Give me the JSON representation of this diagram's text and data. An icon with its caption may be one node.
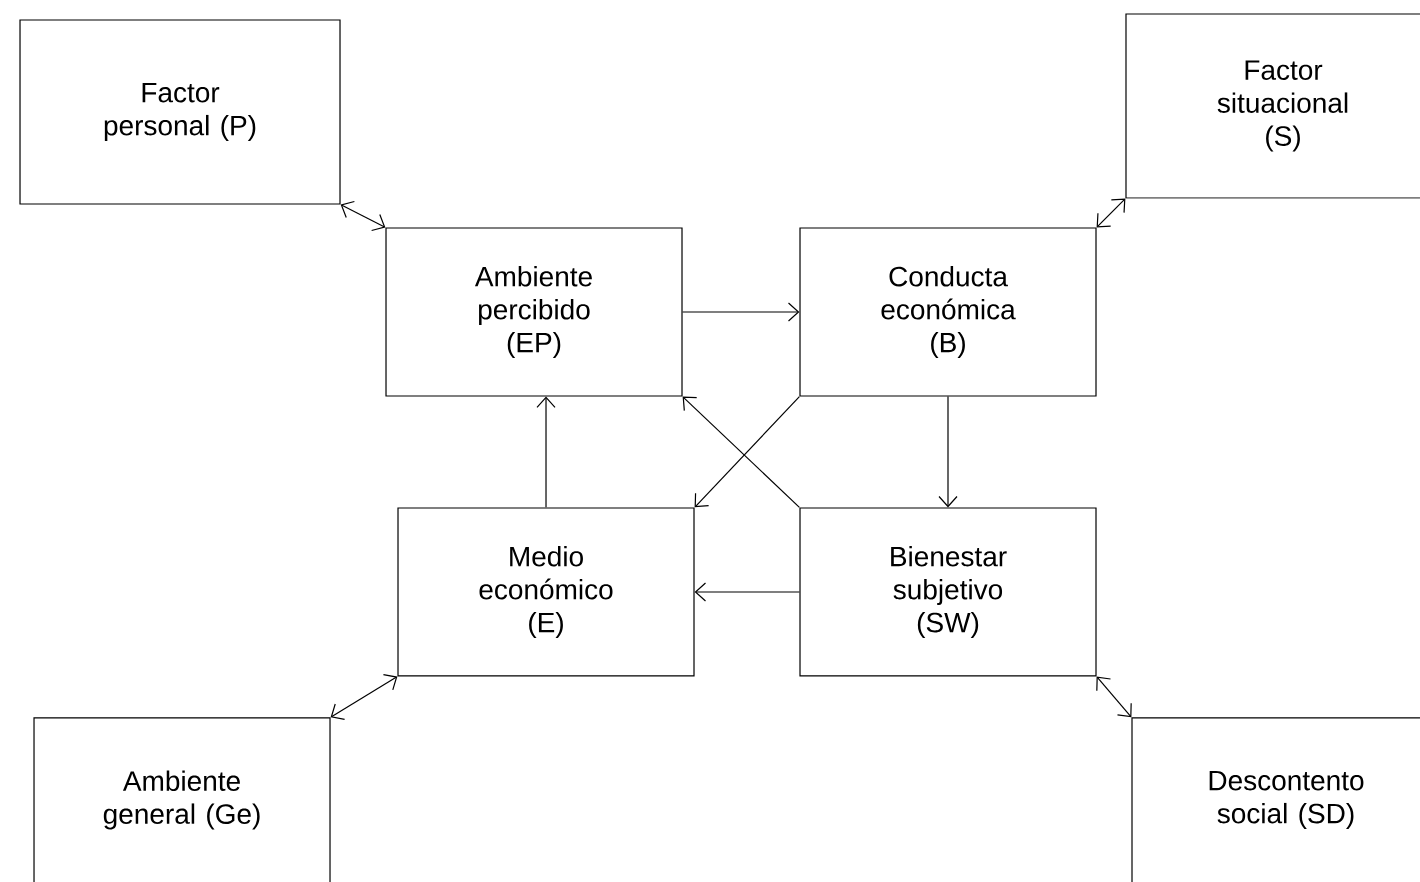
{
  "diagram": {
    "nodes": [
      {
        "text": [
          "Factor personal (P)"
        ]
      },
      {
        "text": [
          "Factor situacional (S)"
        ]
      },
      {
        "text": [
          "Ambiente percibido (EP)"
        ]
      },
      {
        "text": [
          "Conducta económica (B)"
        ]
      },
      {
        "text": [
          "Medio económico (E)"
        ]
      },
      {
        "text": [
          "Bienestar subjetivo (SW)"
        ]
      },
      {
        "text": [
          "Ambiente general (Ge)"
        ]
      },
      {
        "text": [
          "Descontento social (SD)"
        ]
      }
    ],
    "edges": [
      {
        "from": 0,
        "to": 2,
        "arrow": "both"
      },
      {
        "from": 1,
        "to": 3,
        "arrow": "both"
      },
      {
        "from": 2,
        "to": 3,
        "arrow": "to"
      },
      {
        "from": 3,
        "to": 5,
        "arrow": "to"
      },
      {
        "from": 5,
        "to": 4,
        "arrow": "to"
      },
      {
        "from": 4,
        "to": 2,
        "arrow": "to"
      },
      {
        "from": 3,
        "to": 4,
        "arrow": "to"
      },
      {
        "from": 5,
        "to": 2,
        "arrow": "to"
      },
      {
        "from": 6,
        "to": 4,
        "arrow": "both"
      },
      {
        "from": 7,
        "to": 5,
        "arrow": "both"
      }
    ]
  }
}
